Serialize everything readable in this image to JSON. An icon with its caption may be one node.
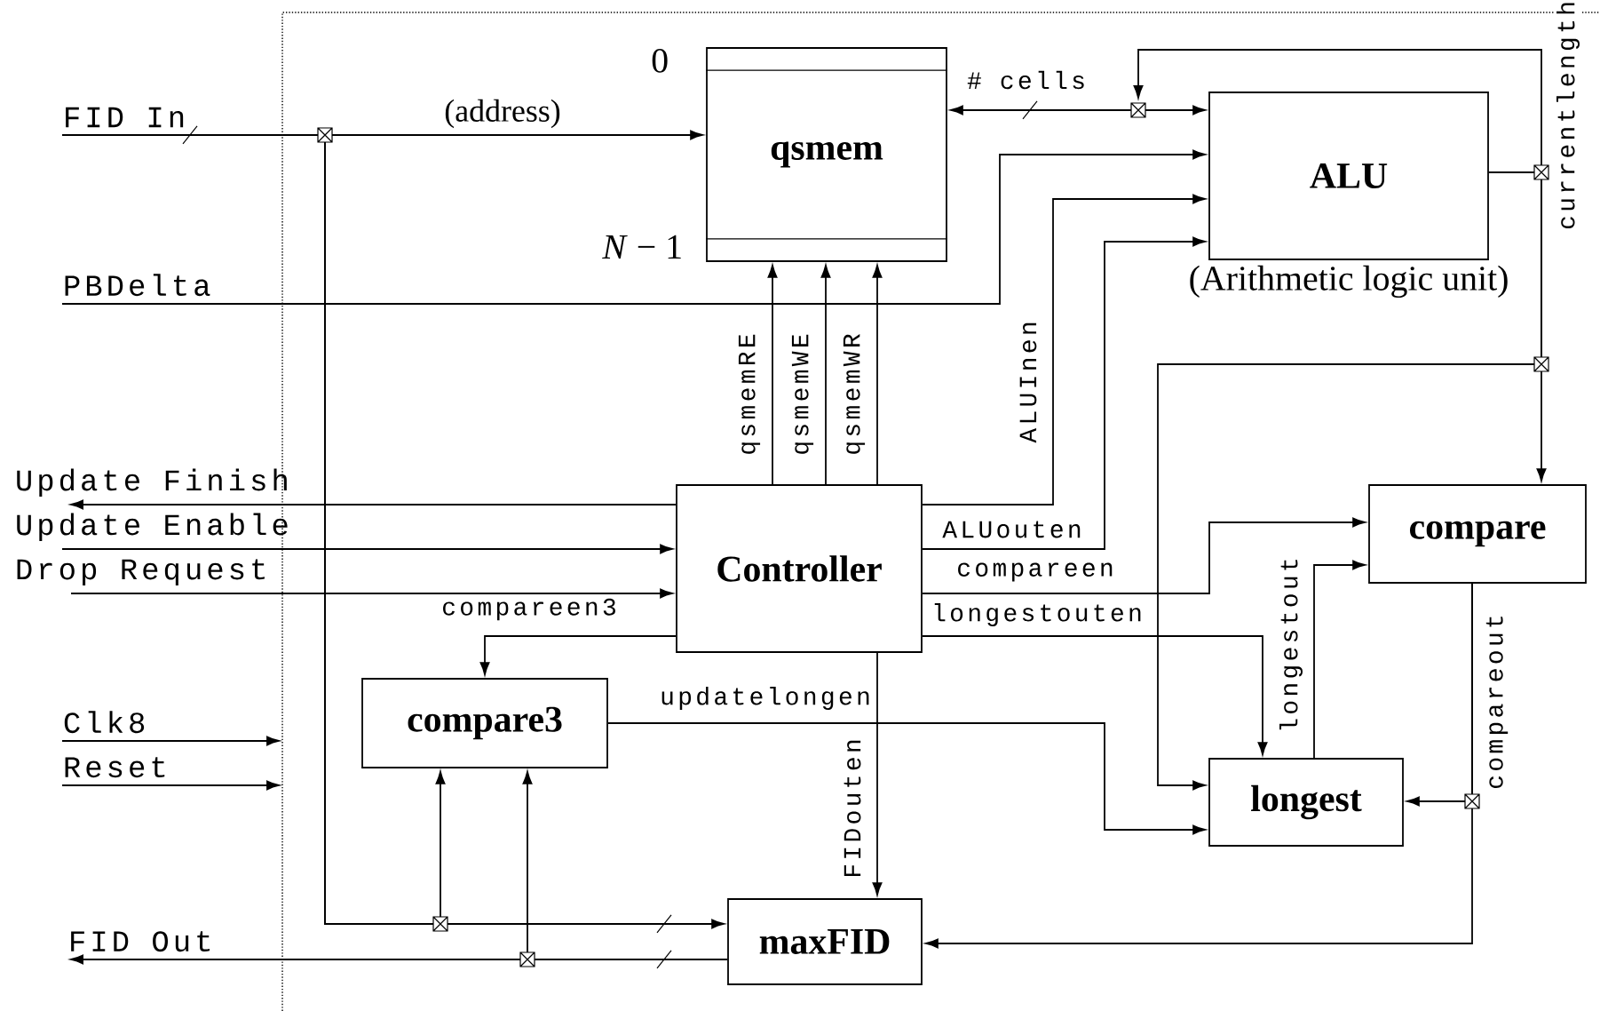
{
  "diagram": {
    "nodes": [
      {
        "text": [
          "qsmem"
        ],
        "beside": [
          "0",
          "*N* − 1"
        ]
      },
      {
        "text": [
          "ALU"
        ],
        "beside": [
          "(Arithmetic logic unit)"
        ]
      },
      {
        "text": [
          "Controller"
        ]
      },
      {
        "text": [
          "compare"
        ]
      },
      {
        "text": [
          "compare3"
        ]
      },
      {
        "text": [
          "longest"
        ]
      },
      {
        "text": [
          "maxFID"
        ]
      },
      {
        "text": [
          "FID In"
        ]
      },
      {
        "text": [
          "PBDelta"
        ]
      },
      {
        "text": [
          "Update Finish"
        ]
      },
      {
        "text": [
          "Update Enable"
        ]
      },
      {
        "text": [
          "Drop Request"
        ]
      },
      {
        "text": [
          "Clk8"
        ]
      },
      {
        "text": [
          "Reset"
        ]
      },
      {
        "text": [
          "FID Out"
        ]
      }
    ],
    "edges": [
      {
        "from": 7,
        "to": 0,
        "arrow": "to",
        "label": "(address)"
      },
      {
        "from": 7,
        "to": 6,
        "arrow": "to"
      },
      {
        "from": 7,
        "to": 4,
        "arrow": "to"
      },
      {
        "from": 6,
        "to": 14,
        "arrow": "to"
      },
      {
        "from": 6,
        "to": 4,
        "arrow": "to"
      },
      {
        "from": 0,
        "to": 1,
        "arrow": "both",
        "label": "# cells"
      },
      {
        "from": 1,
        "to": null,
        "arrow": "to"
      },
      {
        "from": 1,
        "to": 3,
        "arrow": "to",
        "label": "currentlength"
      },
      {
        "from": 1,
        "to": 5,
        "arrow": "to"
      },
      {
        "from": 8,
        "to": 1,
        "arrow": "to"
      },
      {
        "from": 2,
        "to": 1,
        "arrow": "to",
        "label": "ALUInen"
      },
      {
        "from": 2,
        "to": 1,
        "arrow": "to",
        "label": "ALUouten"
      },
      {
        "from": 2,
        "to": 3,
        "arrow": "to",
        "label": "compareen"
      },
      {
        "from": 2,
        "to": 5,
        "arrow": "to",
        "label": "longestouten"
      },
      {
        "from": 5,
        "to": 3,
        "arrow": "to",
        "label": "longestout"
      },
      {
        "from": 3,
        "to": 6,
        "arrow": "to",
        "label": "compareout"
      },
      {
        "from": 3,
        "to": 5,
        "arrow": "to"
      },
      {
        "from": 4,
        "to": 5,
        "arrow": "to",
        "label": "updatelongen"
      },
      {
        "from": 2,
        "to": 6,
        "arrow": "to",
        "label": "FIDouten"
      },
      {
        "from": 2,
        "to": 4,
        "arrow": "to",
        "label": "compareen3"
      },
      {
        "from": 2,
        "to": 0,
        "arrow": "to",
        "label": "qsmemRE"
      },
      {
        "from": 2,
        "to": 0,
        "arrow": "to",
        "label": "qsmemWE"
      },
      {
        "from": 2,
        "to": 0,
        "arrow": "to",
        "label": "qsmemWR"
      },
      {
        "from": 2,
        "to": 9,
        "arrow": "to"
      },
      {
        "from": 10,
        "to": 2,
        "arrow": "to"
      },
      {
        "from": 11,
        "to": 2,
        "arrow": "to"
      },
      {
        "from": 12,
        "to": null,
        "arrow": "to"
      },
      {
        "from": 13,
        "to": null,
        "arrow": "to"
      }
    ]
  }
}
